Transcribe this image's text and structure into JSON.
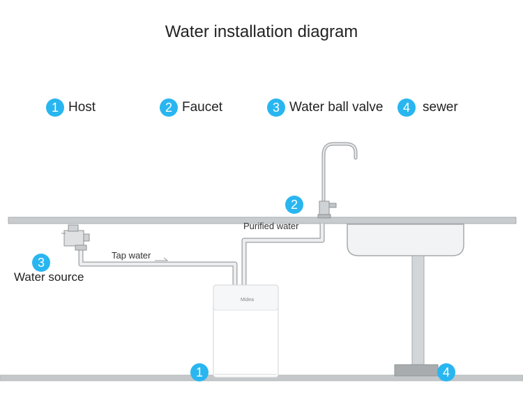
{
  "title": "Water installation diagram",
  "legend": [
    {
      "num": "1",
      "label": "Host"
    },
    {
      "num": "2",
      "label": "Faucet"
    },
    {
      "num": "3",
      "label": "Water ball valve"
    },
    {
      "num": "4",
      "label": "sewer"
    }
  ],
  "labels": {
    "purified_water": "Purified water",
    "tap_water": "Tap water",
    "water_source": "Water source",
    "brand": "Midea"
  },
  "markers": {
    "host": "1",
    "faucet": "2",
    "valve": "3",
    "sewer": "4"
  },
  "colors": {
    "badge": "#29b6f0",
    "counter": "#bfc3c6",
    "pipe": "#e7e9ea",
    "floor": "#c5c8ca"
  }
}
